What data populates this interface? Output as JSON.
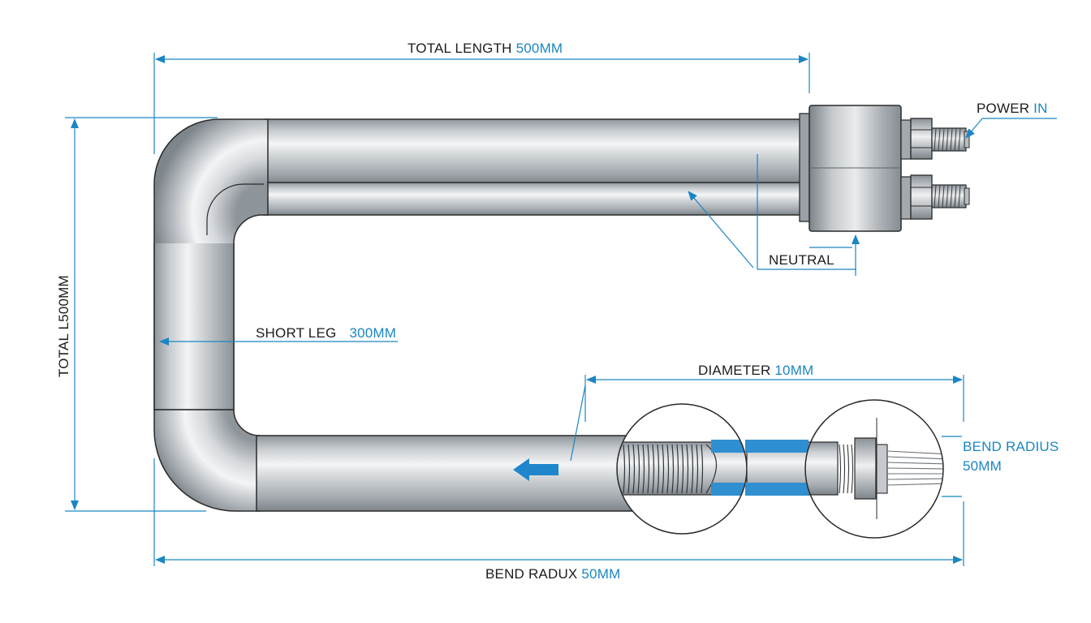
{
  "colors": {
    "dimension_line": "#1b86c2",
    "label_text": "#1c1c1c",
    "accent_text": "#1b86c2",
    "tube_steel": "#b4b9be",
    "outline": "#2a2a2a"
  },
  "labels": {
    "total_length": {
      "text": "TOTAL LENGTH",
      "value": "500MM"
    },
    "total_height": {
      "text": "TOTAL L500MM"
    },
    "power_in": {
      "text": "POWER",
      "value": "IN"
    },
    "neutral": {
      "text": "NEUTRAL"
    },
    "short_leg": {
      "text": "SHORT LEG",
      "value": "300MM"
    },
    "diameter": {
      "text": "DIAMETER",
      "value": "10MM"
    },
    "bend_radius_right": {
      "line1": "BEND RADIUS",
      "line2": "50MM"
    },
    "bend_radius_bottom": {
      "text": "BEND RADUX",
      "value": "50MM"
    }
  },
  "icons": {
    "flow_arrow": "left-arrow-icon",
    "detail_left": "coil-cutaway-detail",
    "detail_right": "terminal-end-detail"
  }
}
